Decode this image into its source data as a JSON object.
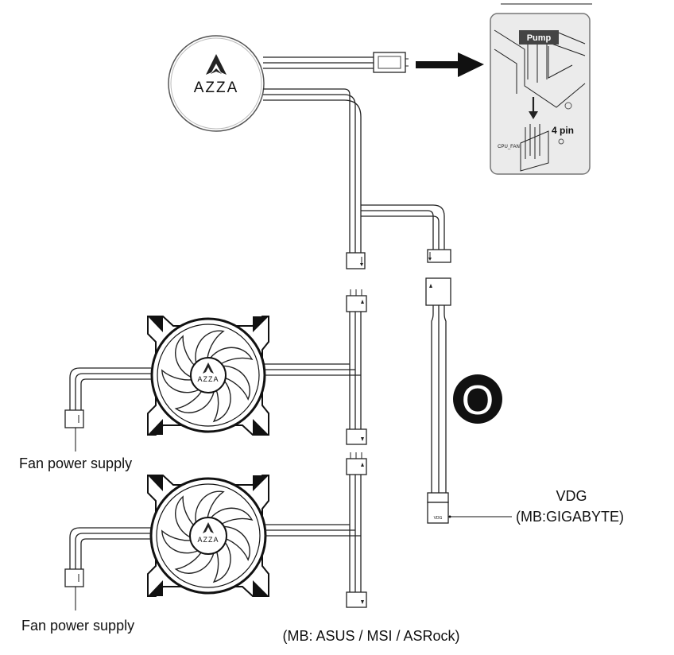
{
  "pump": {
    "logo_text": "AZZA"
  },
  "motherboard": {
    "pump_label": "Pump",
    "pin_label": "4 pin",
    "header_label": "CPU_FAN"
  },
  "fans": [
    {
      "logo_text": "AZZA",
      "power_label": "Fan power supply"
    },
    {
      "logo_text": "AZZA",
      "power_label": "Fan power supply"
    }
  ],
  "rgb": {
    "marker_glyph": "O",
    "connector_text": "VDG",
    "vdg_title": "VDG",
    "vdg_mb": "(MB:GIGABYTE)",
    "argb_mb": "(MB: ASUS / MSI / ASRock)"
  },
  "colors": {
    "ink": "#111111",
    "panel_bg": "#ebebeb",
    "marker_bg": "#111111"
  }
}
